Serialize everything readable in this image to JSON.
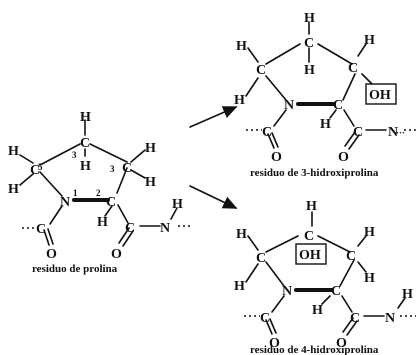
{
  "atoms": {
    "H": "H",
    "C": "C",
    "N": "N",
    "O": "O",
    "OH": "OH"
  },
  "numbers": {
    "n1": "1",
    "n2": "2",
    "n3": "3",
    "n5": "5"
  },
  "dangling": "···",
  "captions": {
    "proline": "residuo de prolina",
    "hydroxy3": "residuo de 3-hidroxiprolina",
    "hydroxy4": "residuo de 4-hidroxiprolina"
  }
}
